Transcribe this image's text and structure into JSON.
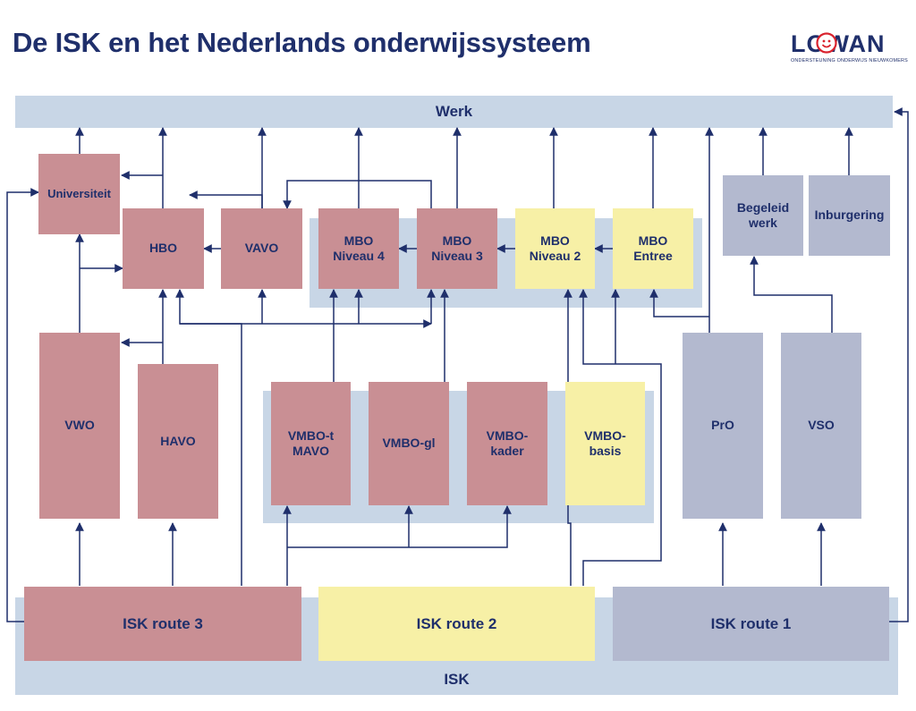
{
  "title": "De ISK en het Nederlands onderwijssysteem",
  "logo": {
    "word": "LOWAN",
    "subtitle": "ONDERSTEUNING ONDERWIJS NIEUWKOMERS"
  },
  "colors": {
    "navy": "#1f2f6b",
    "red": "#c98f94",
    "yellow": "#f7f0a6",
    "gray": "#b3b9cf",
    "lightblue": "#c8d6e6",
    "logo_red": "#d9232e"
  },
  "bands": {
    "werk": "Werk",
    "isk": "ISK"
  },
  "nodes": {
    "universiteit": "Universiteit",
    "hbo": "HBO",
    "vavo": "VAVO",
    "mbo4": "MBO\nNiveau 4",
    "mbo3": "MBO\nNiveau 3",
    "mbo2": "MBO\nNiveau 2",
    "mbo_entree": "MBO\nEntree",
    "begeleid_werk": "Begeleid\nwerk",
    "inburgering": "Inburgering",
    "vwo": "VWO",
    "havo": "HAVO",
    "vmbo_t": "VMBO-t\nMAVO",
    "vmbo_gl": "VMBO-gl",
    "vmbo_kader": "VMBO-\nkader",
    "vmbo_basis": "VMBO-\nbasis",
    "pro": "PrO",
    "vso": "VSO",
    "isk_route3": "ISK route 3",
    "isk_route2": "ISK route 2",
    "isk_route1": "ISK route 1"
  }
}
